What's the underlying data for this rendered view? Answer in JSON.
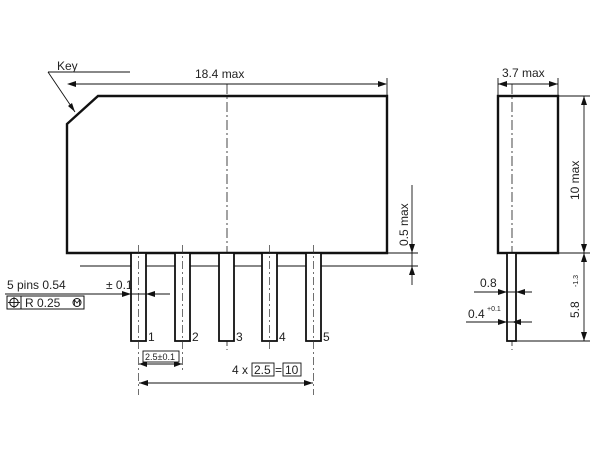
{
  "labels": {
    "key": "Key",
    "width": "18.4 max",
    "depth": "3.7 max",
    "height": "10 max",
    "standoff": "0.5 max",
    "pin_length": "5.8",
    "pin_length_tol": "-1.3",
    "pin_width_label": "5 pins 0.54",
    "pin_width_tol": "± 0.1",
    "position_tol": "R 0.25",
    "pitch": "2.5±0.1",
    "span_prefix": "4 x",
    "span_pitch": "2.5",
    "span_equals": "=",
    "span_total": "10",
    "pin_thickness": "0.8",
    "lead_offset": "0.4",
    "lead_offset_tol": "+0.1"
  },
  "pins": [
    "1",
    "2",
    "3",
    "4",
    "5"
  ]
}
